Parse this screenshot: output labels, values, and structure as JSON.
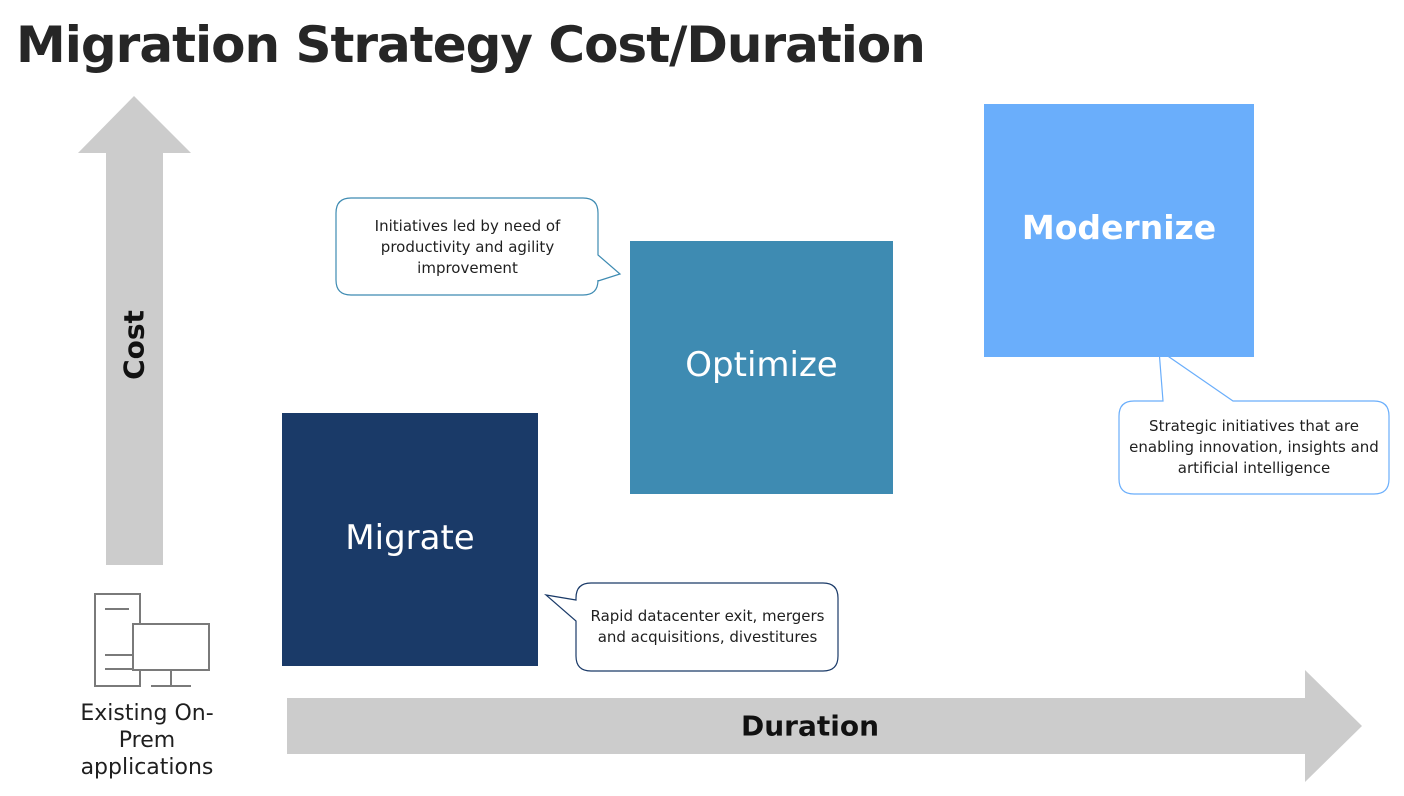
{
  "title": "Migration Strategy Cost/Duration",
  "axes": {
    "y_label": "Cost",
    "x_label": "Duration"
  },
  "origin": {
    "icon": "server-and-monitor-icon",
    "label_lines": [
      "Existing On-",
      "Prem",
      "applications"
    ]
  },
  "stages": [
    {
      "label": "Migrate",
      "color": "#1a3a68"
    },
    {
      "label": "Optimize",
      "color": "#3e8bb2"
    },
    {
      "label": "Modernize",
      "color": "#6aaefb"
    }
  ],
  "callouts": [
    {
      "stage": "Migrate",
      "text": "Rapid datacenter exit, mergers and acquisitions, divestitures",
      "border_color": "#1a3a68"
    },
    {
      "stage": "Optimize",
      "text": "Initiatives led by need of productivity and agility improvement",
      "border_color": "#3e8bb2"
    },
    {
      "stage": "Modernize",
      "text": "Strategic initiatives that are enabling innovation, insights and artificial intelligence",
      "border_color": "#6aaefb"
    }
  ],
  "colors": {
    "arrow": "#cccccc",
    "title": "#262626",
    "icon_stroke": "#7a7a7a"
  }
}
